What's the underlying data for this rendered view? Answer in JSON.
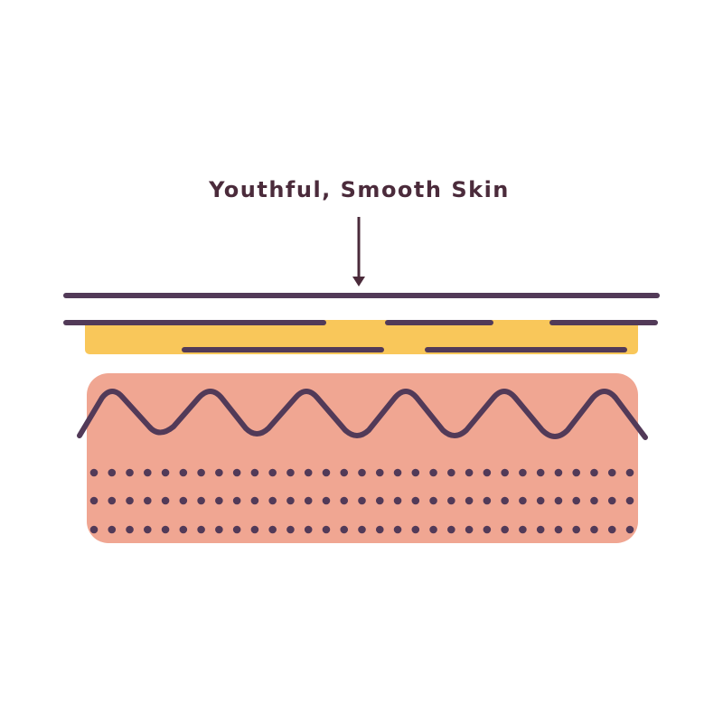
{
  "title": "Youthful, Smooth Skin",
  "colors": {
    "line": "#523a58",
    "epidermis": "#f9c75a",
    "dermis": "#f0a692",
    "text": "#4b2b3b"
  },
  "dermis_dots": {
    "rows": 3,
    "per_row": 31
  }
}
